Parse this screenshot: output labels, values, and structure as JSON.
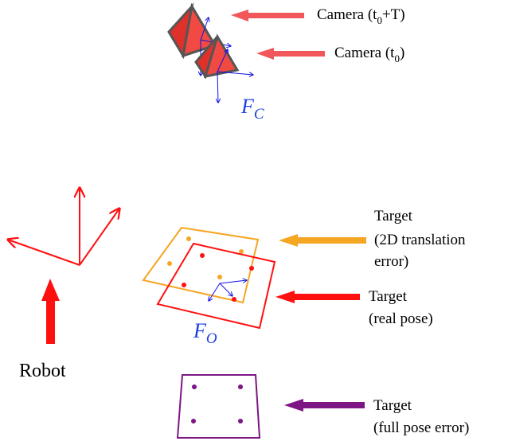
{
  "colors": {
    "camera_fill": "#f04a43",
    "camera_edge": "#555555",
    "camera_arrow": "#f0565a",
    "robot_red": "#ff1010",
    "axis_blue": "#1010e8",
    "target_2d": "#f5a623",
    "target_real": "#ff1010",
    "target_full": "#7d1585",
    "label_blue": "#1f3fe0"
  },
  "labels": {
    "camera_t0T_main": "Camera (t",
    "camera_t0T_sub": "0",
    "camera_t0T_tail": "+T)",
    "camera_t0_main": "Camera (t",
    "camera_t0_sub": "0",
    "camera_t0_tail": ")",
    "frame_camera_main": "F",
    "frame_camera_sub": "C",
    "frame_object_main": "F",
    "frame_object_sub": "O",
    "robot": "Robot",
    "target_2d_line1": "Target",
    "target_2d_line2": "(2D translation",
    "target_2d_line3": "error)",
    "target_real_line1": "Target",
    "target_real_line2": "(real pose)",
    "target_full_line1": "Target",
    "target_full_line2": "(full pose error)"
  },
  "icons": [
    "camera-pyramid-icon",
    "robot-arrow-icon",
    "coordinate-axes-icon"
  ]
}
